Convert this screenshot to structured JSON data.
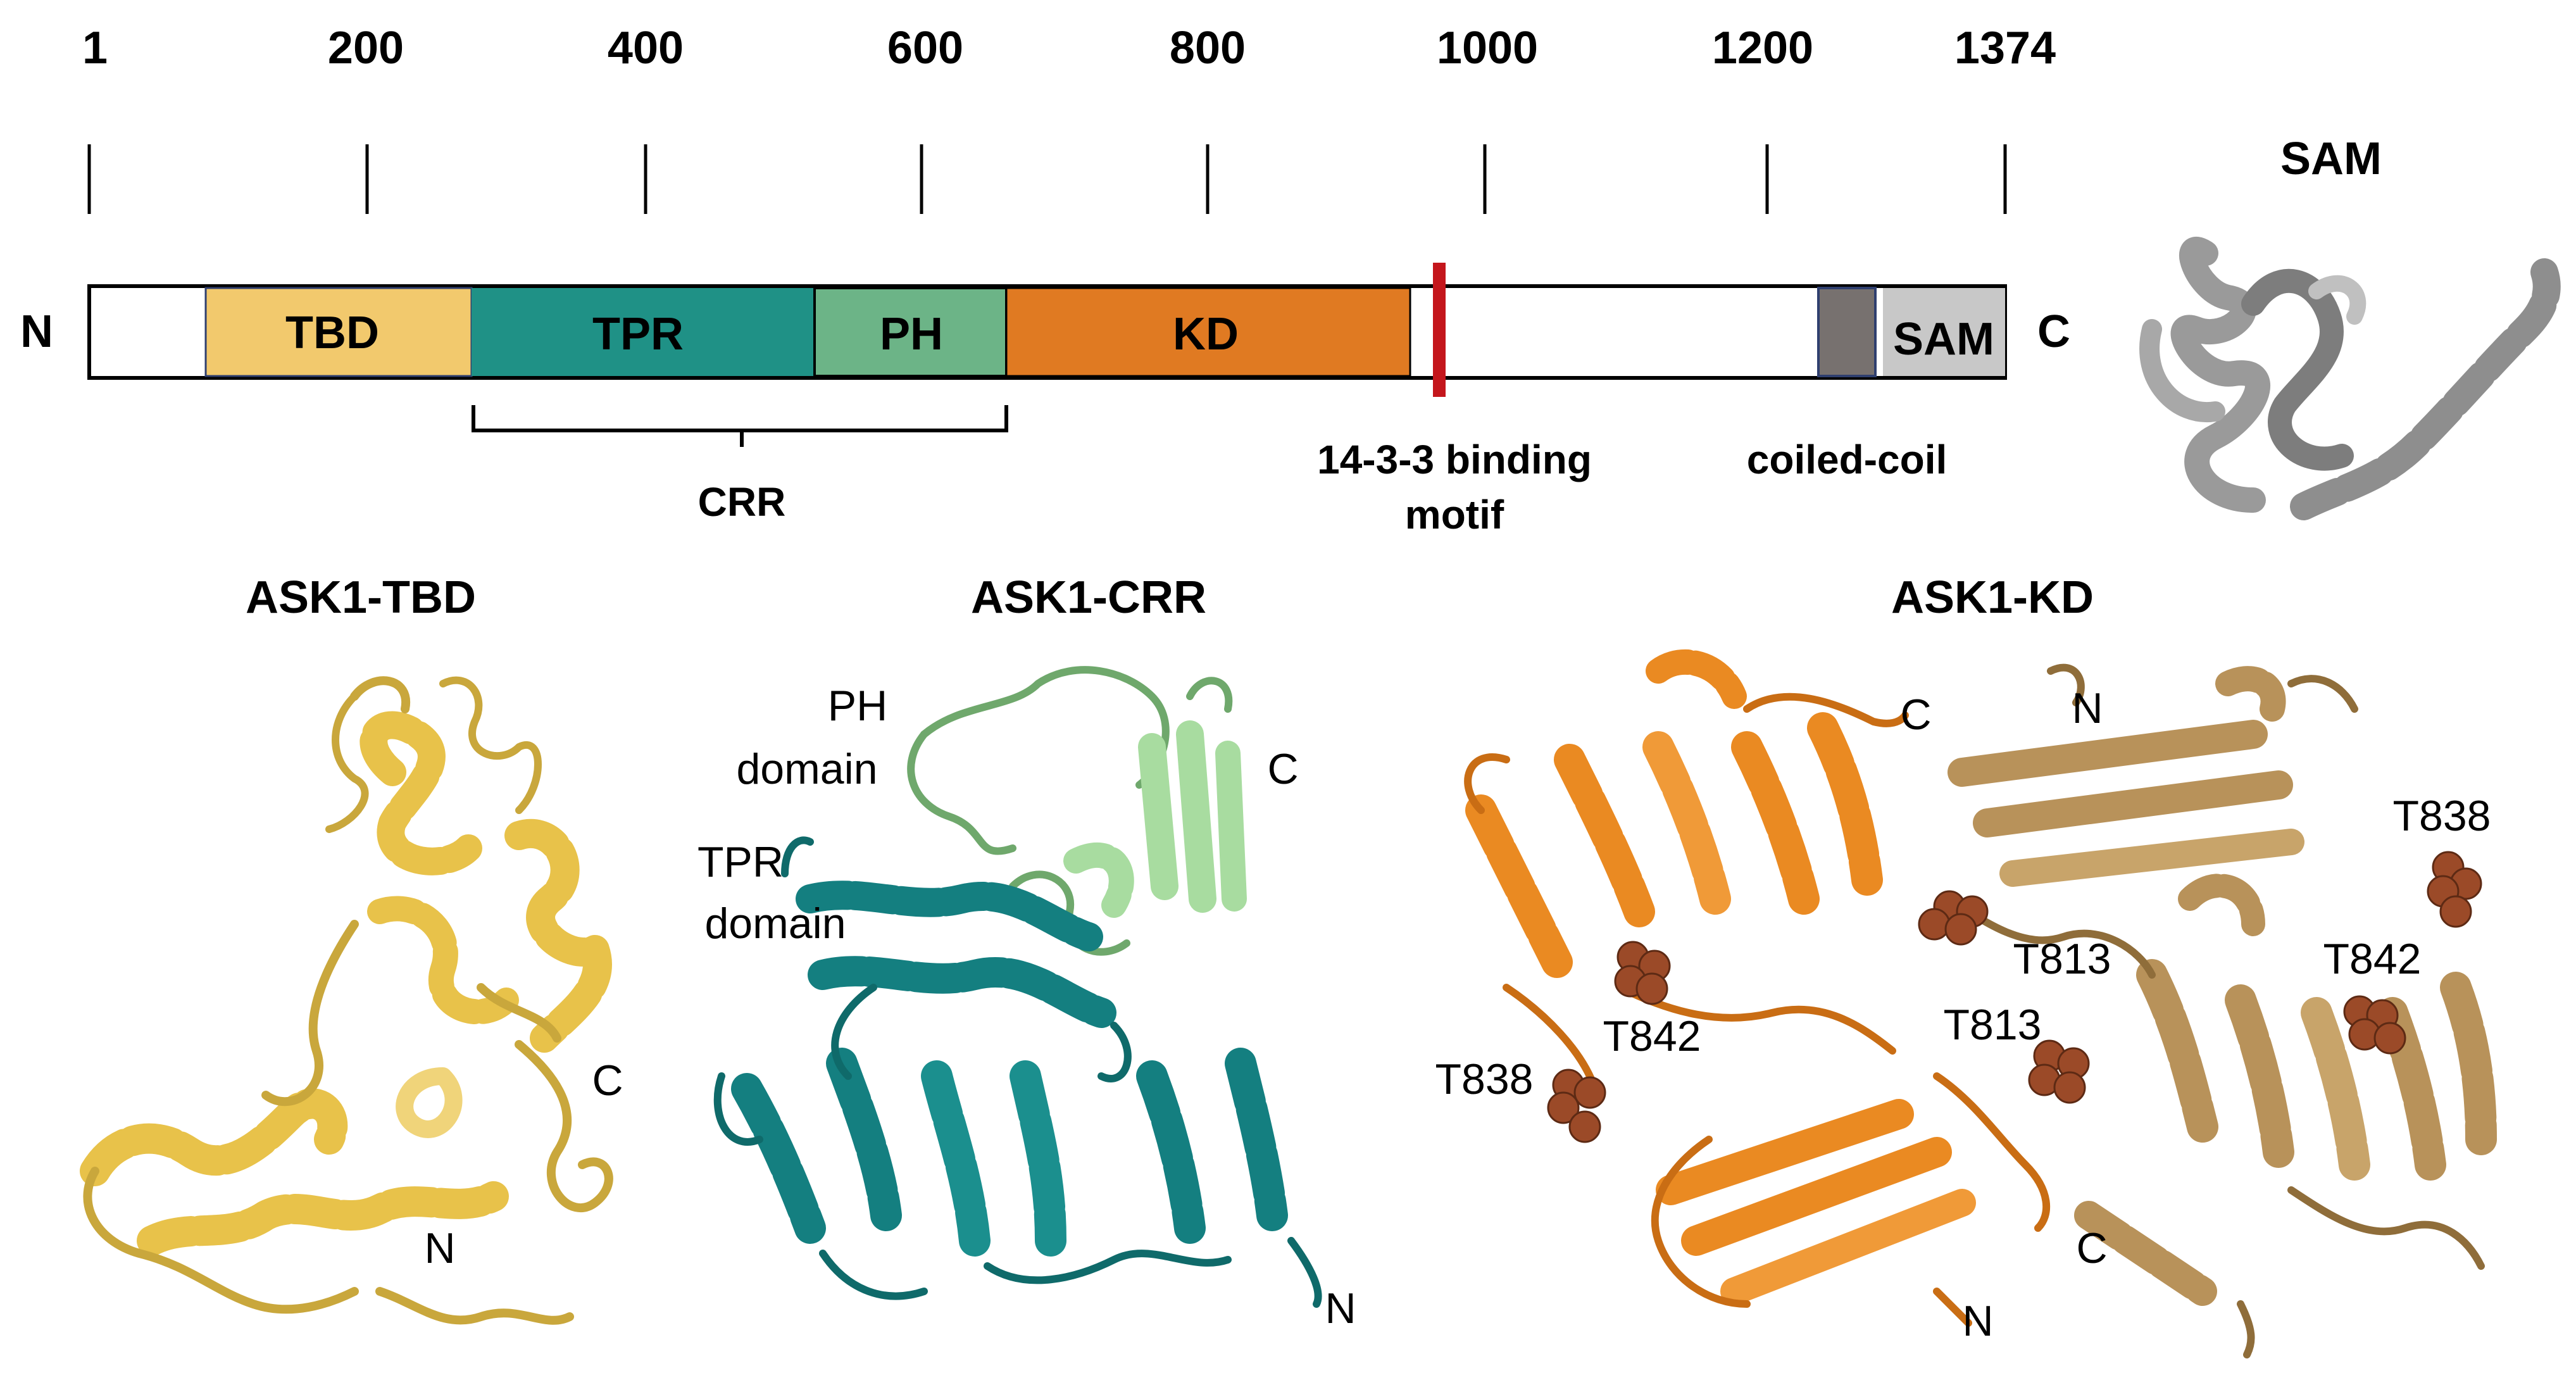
{
  "ruler": {
    "ticks": [
      "1",
      "200",
      "400",
      "600",
      "800",
      "1000",
      "1200",
      "1374"
    ]
  },
  "bar": {
    "n_label": "N",
    "c_label": "C"
  },
  "domains": {
    "tbd": {
      "label": "TBD",
      "color": "#f2c96d"
    },
    "tpr": {
      "label": "TPR",
      "color": "#1f9186"
    },
    "ph": {
      "label": "PH",
      "color": "#6cb487"
    },
    "kd": {
      "label": "KD",
      "color": "#e07a22"
    },
    "motif_color": "#c4161c",
    "coiled_color": "#77716f",
    "sam": {
      "label": "SAM",
      "color": "#c8c8c8"
    }
  },
  "annotations": {
    "crr": "CRR",
    "motif_line1": "14-3-3 binding",
    "motif_line2": "motif",
    "coiled_coil": "coiled-coil"
  },
  "sam_structure": {
    "title": "SAM",
    "color": "#8a8a8a"
  },
  "panels": {
    "tbd": {
      "title": "ASK1-TBD",
      "color": "#e8c24a",
      "c_label": "C",
      "n_label": "N"
    },
    "crr": {
      "title": "ASK1-CRR",
      "ph_line1": "PH",
      "ph_line2": "domain",
      "tpr_line1": "TPR",
      "tpr_line2": "domain",
      "c_label": "C",
      "n_label": "N",
      "ph_color": "#a8dca0",
      "tpr_color": "#147f80"
    },
    "kd": {
      "title": "ASK1-KD",
      "color_a": "#ea8a22",
      "color_b": "#b8925a",
      "sphere_color": "#9b4a28",
      "labels": {
        "c_top": "C",
        "n_top": "N",
        "t838_right": "T838",
        "t813_a": "T813",
        "t842_right": "T842",
        "t842_left": "T842",
        "t813_b": "T813",
        "t838_left": "T838",
        "c_bottom": "C",
        "n_bottom": "N"
      }
    }
  }
}
